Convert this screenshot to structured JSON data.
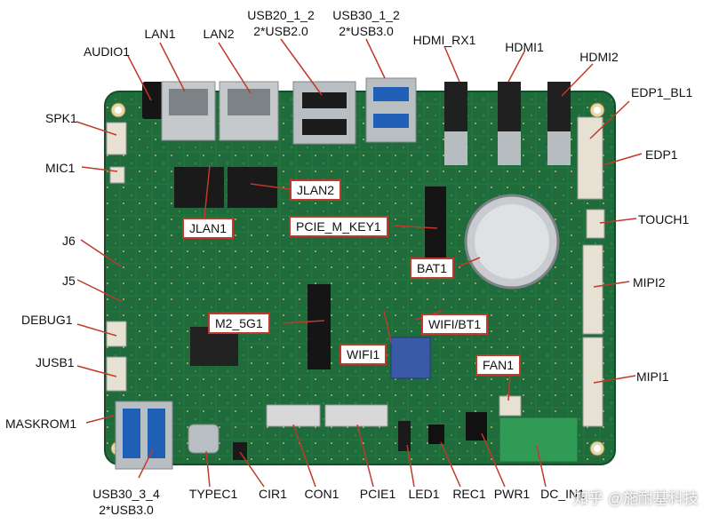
{
  "labels": {
    "lan1": "LAN1",
    "lan2": "LAN2",
    "usb20_title": "USB20_1_2",
    "usb20_sub": "2*USB2.0",
    "usb30_title": "USB30_1_2",
    "usb30_sub": "2*USB3.0",
    "hdmi_rx1": "HDMI_RX1",
    "hdmi1": "HDMI1",
    "hdmi2": "HDMI2",
    "audio1": "AUDIO1",
    "edp1_bl1": "EDP1_BL1",
    "spk1": "SPK1",
    "edp1": "EDP1",
    "mic1": "MIC1",
    "touch1": "TOUCH1",
    "j6": "J6",
    "mipi2": "MIPI2",
    "j5": "J5",
    "debug1": "DEBUG1",
    "jusb1": "JUSB1",
    "mipi1": "MIPI1",
    "maskrom1": "MASKROM1",
    "usb30_34_title": "USB30_3_4",
    "usb30_34_sub": "2*USB3.0",
    "typec1": "TYPEC1",
    "cir1": "CIR1",
    "con1": "CON1",
    "pcie1": "PCIE1",
    "led1": "LED1",
    "rec1": "REC1",
    "pwr1": "PWR1",
    "dc_in1": "DC_IN1"
  },
  "boxes": {
    "jlan2": "JLAN2",
    "jlan1": "JLAN1",
    "pcie_m_key1": "PCIE_M_KEY1",
    "bat1": "BAT1",
    "m2_5g1": "M2_5G1",
    "wifi_bt1": "WIFI/BT1",
    "wifi1": "WIFI1",
    "fan1": "FAN1"
  },
  "watermark": "知乎 @施耐基科技",
  "colors": {
    "pcb": "#1f6b3c",
    "leader": "#c0392b",
    "metal": "#b7bcc0"
  }
}
